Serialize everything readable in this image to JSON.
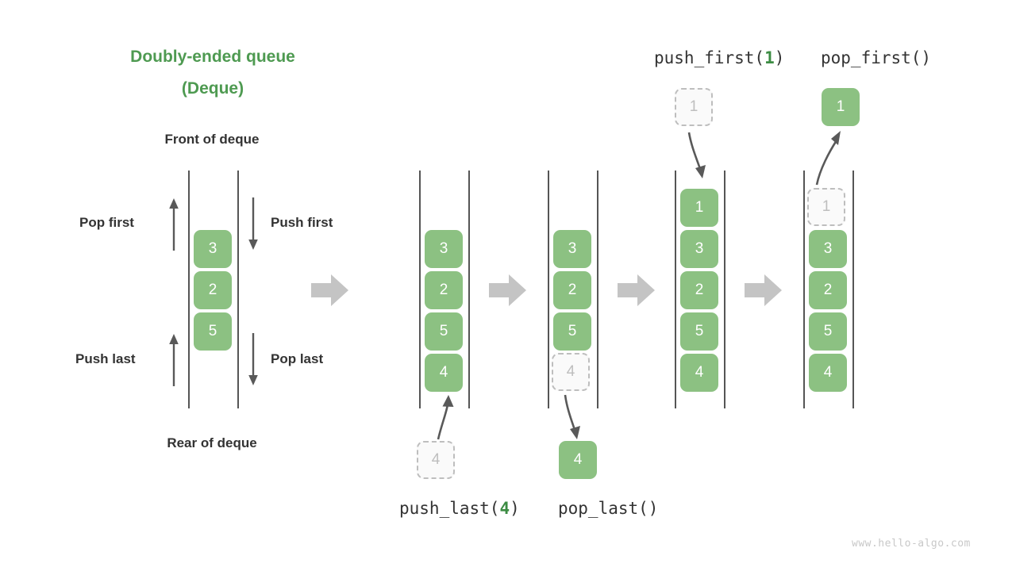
{
  "title": {
    "line1": "Doubly-ended queue",
    "line2": "(Deque)"
  },
  "labels": {
    "front": "Front of deque",
    "rear": "Rear of deque",
    "pop_first": "Pop first",
    "push_first": "Push first",
    "push_last": "Push last",
    "pop_last": "Pop last"
  },
  "operations": {
    "push_first": {
      "name": "push_first(",
      "arg": "1",
      "close": ")"
    },
    "pop_first": {
      "name": "pop_first()",
      "arg": "",
      "close": ""
    },
    "push_last": {
      "name": "push_last(",
      "arg": "4",
      "close": ")"
    },
    "pop_last": {
      "name": "pop_last()",
      "arg": "",
      "close": ""
    }
  },
  "colors": {
    "accent_green": "#4E9A51",
    "cell_green": "#8CC182",
    "arg_green": "#3C8C43",
    "ghost_gray": "#BEBEBE",
    "block_arrow_gray": "#C4C4C4",
    "thin_arrow_gray": "#595959",
    "text_dark": "#333333",
    "rail_gray": "#555555"
  },
  "stages": [
    {
      "id": "initial",
      "name": "initial-deque",
      "cells": [
        {
          "value": "3",
          "state": "solid"
        },
        {
          "value": "2",
          "state": "solid"
        },
        {
          "value": "5",
          "state": "solid"
        }
      ],
      "external": []
    },
    {
      "id": "push-last",
      "name": "push-last-stage",
      "cells": [
        {
          "value": "3",
          "state": "solid"
        },
        {
          "value": "2",
          "state": "solid"
        },
        {
          "value": "5",
          "state": "solid"
        },
        {
          "value": "4",
          "state": "solid"
        }
      ],
      "external": [
        {
          "value": "4",
          "state": "ghost",
          "position": "below"
        }
      ]
    },
    {
      "id": "pop-last",
      "name": "pop-last-stage",
      "cells": [
        {
          "value": "3",
          "state": "solid"
        },
        {
          "value": "2",
          "state": "solid"
        },
        {
          "value": "5",
          "state": "solid"
        },
        {
          "value": "4",
          "state": "ghost"
        }
      ],
      "external": [
        {
          "value": "4",
          "state": "solid",
          "position": "below"
        }
      ]
    },
    {
      "id": "push-first",
      "name": "push-first-stage",
      "cells": [
        {
          "value": "1",
          "state": "solid"
        },
        {
          "value": "3",
          "state": "solid"
        },
        {
          "value": "2",
          "state": "solid"
        },
        {
          "value": "5",
          "state": "solid"
        },
        {
          "value": "4",
          "state": "solid"
        }
      ],
      "external": [
        {
          "value": "1",
          "state": "ghost",
          "position": "above"
        }
      ]
    },
    {
      "id": "pop-first",
      "name": "pop-first-stage",
      "cells": [
        {
          "value": "1",
          "state": "ghost"
        },
        {
          "value": "3",
          "state": "solid"
        },
        {
          "value": "2",
          "state": "solid"
        },
        {
          "value": "5",
          "state": "solid"
        },
        {
          "value": "4",
          "state": "solid"
        }
      ],
      "external": [
        {
          "value": "1",
          "state": "solid",
          "position": "above"
        }
      ]
    }
  ],
  "cell_values": {
    "s1": [
      "3",
      "2",
      "5"
    ],
    "s2_deque": [
      "3",
      "2",
      "5",
      "4"
    ],
    "s2_ext": "4",
    "s3_deque": [
      "3",
      "2",
      "5",
      "4"
    ],
    "s3_ext": "4",
    "s4_deque": [
      "1",
      "3",
      "2",
      "5",
      "4"
    ],
    "s4_ext": "1",
    "s5_deque": [
      "1",
      "3",
      "2",
      "5",
      "4"
    ],
    "s5_ext": "1"
  },
  "watermark": "www.hello-algo.com"
}
